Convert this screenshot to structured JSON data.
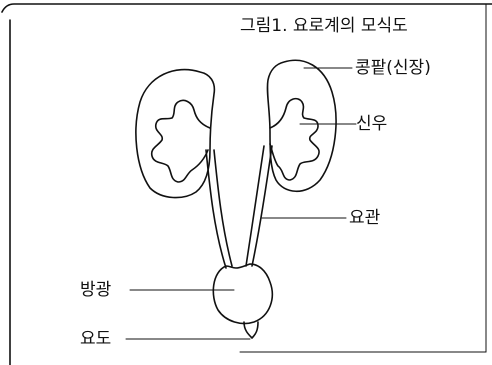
{
  "figure": {
    "title": "그림1. 요로계의 모식도",
    "labels": {
      "kidney": "콩팥(신장)",
      "renal_pelvis": "신우",
      "ureter": "요관",
      "bladder": "방광",
      "urethra": "요도"
    }
  },
  "colors": {
    "ink": "#111111",
    "background": "#ffffff"
  }
}
